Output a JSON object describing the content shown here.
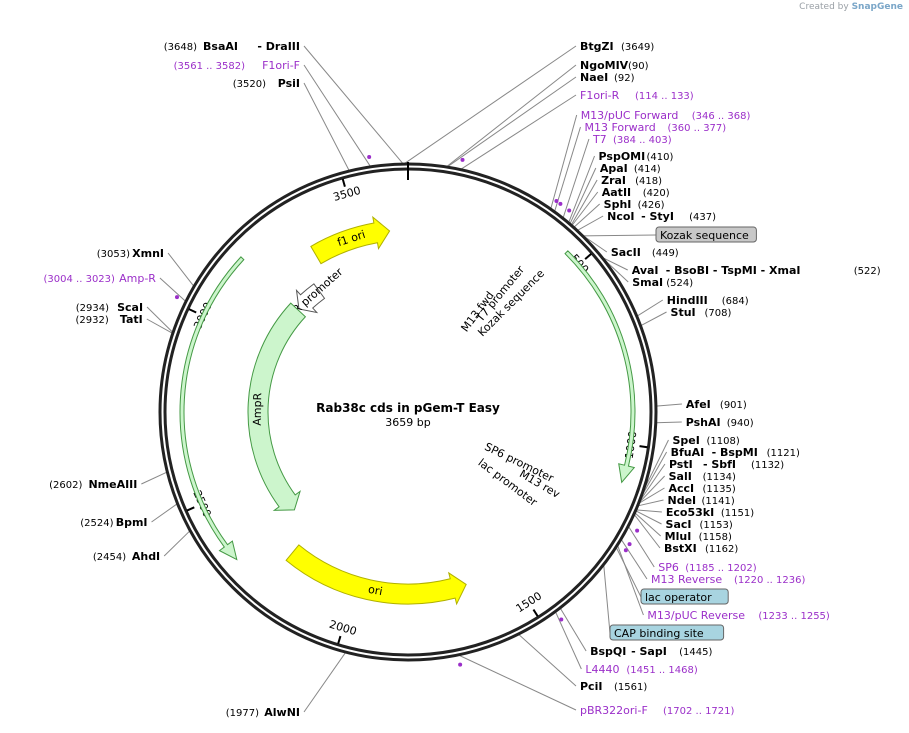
{
  "credit": {
    "prefix": "Created by",
    "brand": "SnapGene"
  },
  "title": "Rab38c cds in pGem-T Easy",
  "length_label": "3659 bp",
  "total_bp": 3659,
  "ticks": [
    {
      "bp": 500,
      "label": "500"
    },
    {
      "bp": 1000,
      "label": "1000"
    },
    {
      "bp": 1500,
      "label": "1500"
    },
    {
      "bp": 2000,
      "label": "2000"
    },
    {
      "bp": 2500,
      "label": "2500"
    },
    {
      "bp": 3000,
      "label": "3000"
    },
    {
      "bp": 3500,
      "label": "3500"
    }
  ],
  "enzyme_labels": [
    {
      "text": "BsaAI",
      "pos": "(3648)",
      "suffix": "- DraIII",
      "bp": 3648,
      "side": "L",
      "row": 50
    },
    {
      "text": "BtgZI",
      "pos": "(3649)",
      "bp": 3649,
      "side": "R",
      "row": 50
    },
    {
      "text": "NgoMIV",
      "pos": "(90)",
      "bp": 90,
      "side": "R",
      "row": 69
    },
    {
      "text": "NaeI",
      "pos": "(92)",
      "bp": 92,
      "side": "R",
      "row": 81
    },
    {
      "text": "PsiI",
      "pos": "(3520)",
      "bp": 3520,
      "side": "L",
      "row": 87
    },
    {
      "text": "PspOMI",
      "pos": "(410)",
      "bp": 410,
      "side": "R",
      "row": 160
    },
    {
      "text": "ApaI",
      "pos": "(414)",
      "bp": 414,
      "side": "R",
      "row": 172
    },
    {
      "text": "ZraI",
      "pos": "(418)",
      "bp": 418,
      "side": "R",
      "row": 184
    },
    {
      "text": "AatII",
      "pos": "(420)",
      "bp": 420,
      "side": "R",
      "row": 196
    },
    {
      "text": "SphI",
      "pos": "(426)",
      "bp": 426,
      "side": "R",
      "row": 208
    },
    {
      "text": "NcoI",
      "pos": "(437)",
      "suffix": "- StyI",
      "bp": 437,
      "side": "R",
      "row": 220
    },
    {
      "text": "SacII",
      "pos": "(449)",
      "bp": 449,
      "side": "R",
      "row": 256
    },
    {
      "text": "AvaI",
      "pos": "(522)",
      "suffix": "- BsoBI   - TspMI   - XmaI",
      "bp": 522,
      "side": "R",
      "row": 274
    },
    {
      "text": "SmaI",
      "pos": "(524)",
      "bp": 524,
      "side": "R",
      "row": 286
    },
    {
      "text": "XmnI",
      "pos": "(3053)",
      "bp": 3053,
      "side": "L",
      "row": 257
    },
    {
      "text": "HindIII",
      "pos": "(684)",
      "bp": 684,
      "side": "R",
      "row": 304
    },
    {
      "text": "StuI",
      "pos": "(708)",
      "bp": 708,
      "side": "R",
      "row": 316
    },
    {
      "text": "ScaI",
      "pos": "(2934)",
      "bp": 2934,
      "side": "L",
      "row": 311
    },
    {
      "text": "TatI",
      "pos": "(2932)",
      "bp": 2932,
      "side": "L",
      "row": 323
    },
    {
      "text": "AfeI",
      "pos": "(901)",
      "bp": 901,
      "side": "R",
      "row": 408
    },
    {
      "text": "PshAI",
      "pos": "(940)",
      "bp": 940,
      "side": "R",
      "row": 426
    },
    {
      "text": "SpeI",
      "pos": "(1108)",
      "bp": 1108,
      "side": "R",
      "row": 444
    },
    {
      "text": "BfuAI",
      "pos": "(1121)",
      "suffix": "- BspMI",
      "bp": 1121,
      "side": "R",
      "row": 456
    },
    {
      "text": "PstI",
      "pos": "(1132)",
      "suffix": "- SbfI",
      "bp": 1132,
      "side": "R",
      "row": 468
    },
    {
      "text": "SalI",
      "pos": "(1134)",
      "bp": 1134,
      "side": "R",
      "row": 480
    },
    {
      "text": "AccI",
      "pos": "(1135)",
      "bp": 1135,
      "side": "R",
      "row": 492
    },
    {
      "text": "NdeI",
      "pos": "(1141)",
      "bp": 1141,
      "side": "R",
      "row": 504
    },
    {
      "text": "Eco53kI",
      "pos": "(1151)",
      "bp": 1151,
      "side": "R",
      "row": 516
    },
    {
      "text": "SacI",
      "pos": "(1153)",
      "bp": 1153,
      "side": "R",
      "row": 528
    },
    {
      "text": "MluI",
      "pos": "(1158)",
      "bp": 1158,
      "side": "R",
      "row": 540
    },
    {
      "text": "BstXI",
      "pos": "(1162)",
      "bp": 1162,
      "side": "R",
      "row": 552
    },
    {
      "text": "NmeAIII",
      "pos": "(2602)",
      "bp": 2602,
      "side": "L",
      "row": 488
    },
    {
      "text": "BpmI",
      "pos": "(2524)",
      "bp": 2524,
      "side": "L",
      "row": 526
    },
    {
      "text": "AhdI",
      "pos": "(2454)",
      "bp": 2454,
      "side": "L",
      "row": 560
    },
    {
      "text": "BspQI",
      "pos": "(1445)",
      "suffix": "- SapI",
      "bp": 1445,
      "side": "R",
      "row": 655
    },
    {
      "text": "PciI",
      "pos": "(1561)",
      "bp": 1561,
      "side": "R",
      "row": 690
    },
    {
      "text": "AlwNI",
      "pos": "(1977)",
      "bp": 1977,
      "side": "L",
      "row": 716
    }
  ],
  "primer_labels": [
    {
      "text": "F1ori-F",
      "pos": "(3561 .. 3582)",
      "bp": 3571,
      "side": "L",
      "row": 69
    },
    {
      "text": "F1ori-R",
      "pos": "(114 .. 133)",
      "bp": 124,
      "side": "R",
      "row": 99
    },
    {
      "text": "M13/pUC Forward",
      "pos": "(346 .. 368)",
      "bp": 357,
      "side": "R",
      "row": 119
    },
    {
      "text": "M13 Forward",
      "pos": "(360 .. 377)",
      "bp": 368,
      "side": "R",
      "row": 131
    },
    {
      "text": "T7",
      "pos": "(384 .. 403)",
      "bp": 393,
      "side": "R",
      "row": 143
    },
    {
      "text": "Amp-R",
      "pos": "(3004 .. 3023)",
      "bp": 3013,
      "side": "L",
      "row": 282
    },
    {
      "text": "SP6",
      "pos": "(1185 .. 1202)",
      "bp": 1193,
      "side": "R",
      "row": 571
    },
    {
      "text": "M13 Reverse",
      "pos": "(1220 .. 1236)",
      "bp": 1228,
      "side": "R",
      "row": 583
    },
    {
      "text": "M13/pUC Reverse",
      "pos": "(1233 .. 1255)",
      "bp": 1244,
      "side": "R",
      "row": 619
    },
    {
      "text": "L4440",
      "pos": "(1451 .. 1468)",
      "bp": 1459,
      "side": "R",
      "row": 673
    },
    {
      "text": "pBR322ori-F",
      "pos": "(1702 .. 1721)",
      "bp": 1711,
      "side": "R",
      "row": 714
    }
  ],
  "boxed_labels": [
    {
      "text": "Kozak sequence",
      "bp": 455,
      "row": 239,
      "color": "#c8c8c8"
    },
    {
      "text": "lac operator",
      "bp": 1250,
      "row": 601,
      "color": "#a8d4e0"
    },
    {
      "text": "CAP binding site",
      "bp": 1300,
      "row": 637,
      "color": "#a8d4e0"
    }
  ],
  "inner_features": [
    {
      "name": "f1 ori",
      "start": 3350,
      "end": 3600,
      "radius": 182,
      "width": 20,
      "color": "#ffff00",
      "stroke": "#b0b000",
      "direction": "cw",
      "label": "f1 ori"
    },
    {
      "name": "AmpR promoter",
      "start": 3185,
      "end": 3290,
      "radius": 150,
      "width": 18,
      "color": "#ffffff",
      "stroke": "#555555",
      "direction": "ccw",
      "label": "AmpR promoter"
    },
    {
      "name": "AmpR",
      "start": 2330,
      "end": 3180,
      "radius": 150,
      "width": 20,
      "color": "#ccf5cc",
      "stroke": "#449944",
      "direction": "ccw",
      "label": "AmpR"
    },
    {
      "name": "ori",
      "start": 1640,
      "end": 2230,
      "radius": 182,
      "width": 20,
      "color": "#ffff00",
      "stroke": "#b0b000",
      "direction": "ccw",
      "label": "ori"
    },
    {
      "name": "Rab38c cds",
      "start": 455,
      "end": 1100,
      "radius": 225,
      "width": 4,
      "color": "#ccf5cc",
      "stroke": "#449944",
      "direction": "cw",
      "label": ""
    },
    {
      "name": "AmpR cds",
      "start": 2330,
      "end": 3180,
      "radius": 226,
      "width": 4,
      "color": "#ccf5cc",
      "stroke": "#449944",
      "direction": "ccw",
      "label": ""
    }
  ],
  "small_labels": [
    {
      "text": "T7 promoter",
      "bp": 400
    },
    {
      "text": "M13 fwd",
      "bp": 370
    },
    {
      "text": "Kozak sequence",
      "bp": 455
    },
    {
      "text": "SP6 promoter",
      "bp": 1180
    },
    {
      "text": "M13 rev",
      "bp": 1220
    },
    {
      "text": "lac promoter",
      "bp": 1290
    }
  ]
}
